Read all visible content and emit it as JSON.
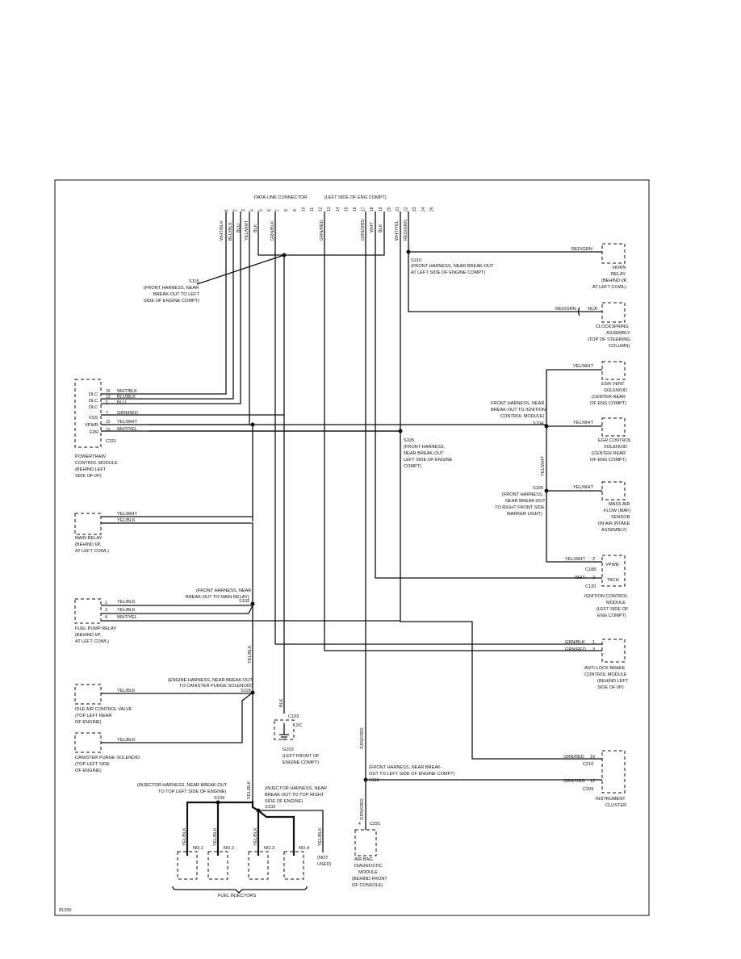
{
  "dlc": {
    "title": "DATA LINK CONNECTOR",
    "location": "(LEFT SIDE OF ENG COMPT)",
    "pins": [
      "1",
      "2",
      "3",
      "4",
      "5",
      "6",
      "7",
      "8",
      "9",
      "10",
      "11",
      "12",
      "13",
      "14",
      "15",
      "16",
      "17",
      "18",
      "19",
      "20",
      "21",
      "22",
      "23",
      "24",
      "25"
    ],
    "wires": {
      "wht_blk": "WHT/BLK",
      "blu_blk": "BLU/BLK",
      "blu": "BLU",
      "yel_wht": "YEL/WHT",
      "blk": "BLK",
      "grn_blk": "GRN/BLK",
      "grn_red": "GRN/RED",
      "grn_org": "GRN/ORG",
      "wht": "WHT",
      "blk2": "BLK",
      "wht_yel": "WHT/YEL",
      "red_grn": "RED/GRN"
    }
  },
  "splices": {
    "s115": {
      "id": "S115",
      "desc": [
        "(FRONT HARNESS, NEAR",
        "BREAK-OUT TO LEFT",
        "SIDE OF ENGINE COMPT)"
      ]
    },
    "s210": {
      "id": "S210",
      "desc": [
        "(FRONT HARNESS, NEAR BREAK-OUT",
        "AT LEFT SIDE OF ENGINE COMPT)"
      ]
    },
    "s104": {
      "id": "S104",
      "desc": [
        "FRONT HARNESS, NEAR",
        "BREAK-OUT TO IGNITION",
        "CONTROL MODULE)"
      ]
    },
    "s105": {
      "id": "S105",
      "desc": [
        "(FRONT HARNESS,",
        "NEAR BREAK-OUT",
        "LEFT SIDE OF ENGINE",
        "COMPT)"
      ]
    },
    "s165": {
      "id": "S165",
      "desc": [
        "(FRONT HARNESS,",
        "NEAR BREAK-OUT",
        "TO RIGHT FRONT SIDE",
        "MARKER LIGHT)"
      ]
    },
    "s102": {
      "id": "S102",
      "desc": [
        "(FRONT HARNESS, NEAR",
        "BREAK-OUT TO MAIN RELAY)"
      ]
    },
    "s118": {
      "id": "S118",
      "desc": [
        "(ENGINE HARNESS, NEAR BREAK-OUT",
        "TO CANISTER PURGE SOLENOID)"
      ]
    },
    "s116": {
      "id": "S116",
      "desc": [
        "(FRONT HARNESS, NEAR BREAK-",
        "OUT TO LEFT SIDE OF ENGINE COMPT)"
      ]
    },
    "s139": {
      "id": "S139",
      "desc": [
        "(INJECTOR HARNESS, NEAR BREAK-OUT",
        "TO TOP LEFT SIDE OF ENGINE)"
      ]
    },
    "s103": {
      "id": "S103",
      "desc": [
        "(INJECTOR HARNESS, NEAR",
        "BREAK-OUT TO TOP RIGHT",
        "SIDE OF ENGINE)"
      ]
    }
  },
  "components": {
    "horn_relay": [
      "HORN",
      "RELAY",
      "(BEHIND I/P,",
      "AT LEFT COWL)"
    ],
    "clockspring": {
      "nca": "NCA",
      "desc": [
        "CLOCKSPRING",
        "ASSEMBLY",
        "(TOP OF STEERING",
        "COLUMN)"
      ]
    },
    "egr_vent": [
      "EGR VENT",
      "SOLENOID",
      "(CENTER REAR",
      "OF ENG COMPT)"
    ],
    "egr_control": [
      "EGR CONTROL",
      "SOLENOID",
      "(CENTER REAR",
      "OF ENG COMPT)"
    ],
    "maf": [
      "MASS AIR",
      "FLOW (MAF)",
      "SENSOR",
      "(IN AIR INTAKE",
      "ASSEMBLY)"
    ],
    "icm": {
      "pins": [
        "VPWR",
        "TACH"
      ],
      "connector": "C188",
      "connector2": "C120",
      "desc": [
        "IGNITION CONTROL",
        "MODULE",
        "(LEFT SIDE OF",
        "ENG COMPT)"
      ]
    },
    "abs": [
      "ANTI-LOCK BRAKE",
      "CONTROL MODULE",
      "(BEHIND LEFT",
      "SIDE OF I/P)"
    ],
    "cluster": {
      "c1": "C210",
      "c2": "C209",
      "desc": [
        "INSTRUMENT",
        "CLUSTER"
      ]
    },
    "pcm": {
      "pins": [
        "DLC",
        "DLC",
        "DLC",
        "VSS",
        "VPWR",
        "FPR"
      ],
      "pin_nums": [
        "16",
        "13",
        "5",
        "7",
        "12",
        "15"
      ],
      "connector": "C221",
      "desc": [
        "POWERTRAIN",
        "CONTROL MODULE",
        "(BEHIND LEFT",
        "SIDE OF I/P)"
      ]
    },
    "main_relay": [
      "MAIN RELAY",
      "(BEHIND I/P,",
      "AT LEFT COWL)"
    ],
    "fuel_pump_relay": {
      "pins": [
        "1",
        "3",
        "4"
      ],
      "desc": [
        "FUEL PUMP RELAY",
        "(BEHIND I/P,",
        "AT LEFT COWL)"
      ]
    },
    "iac": [
      "IDLE AIR CONTROL VALVE",
      "(TOP LEFT REAR",
      "OF ENGINE)"
    ],
    "canister": [
      "CANISTER PURGE SOLENOID",
      "(TOP LEFT SIDE",
      "OF ENGINE)"
    ],
    "ground": {
      "id": "G103",
      "connector": "C103",
      "jc": "J/C",
      "desc": [
        "(LEFT FRONT OF",
        "ENGINE COMPT)"
      ]
    },
    "airbag": {
      "pin": "4",
      "connector": "C221",
      "desc": [
        "AIR BAG",
        "DIAGNOSTIC",
        "MODULE",
        "(BEHIND FRONT",
        "OF CONSOLE)"
      ]
    },
    "injectors": {
      "labels": [
        "NO.1",
        "NO.2",
        "NO.3",
        "NO.4"
      ],
      "not_used": [
        "(NOT",
        "USED)"
      ],
      "group": "FUEL INJECTORS"
    }
  },
  "wire_labels": {
    "red_grn": "RED/GRN",
    "yel_wht": "YEL/WHT",
    "yel_blk": "YEL/BLK",
    "wht_blk": "WHT/BLK",
    "blu_blk": "BLU/BLK",
    "blu": "BLU",
    "grn_red": "GRN/RED",
    "wht_yel": "WHT/YEL",
    "grn_blk": "GRN/BLK",
    "grn_org": "GRN/ORG",
    "wht": "WHT",
    "blk": "BLK",
    "pin_2": "2",
    "pin_1": "1",
    "pin_3": "3",
    "pin_16": "16",
    "pin_12": "12"
  },
  "figure_id": "81256"
}
